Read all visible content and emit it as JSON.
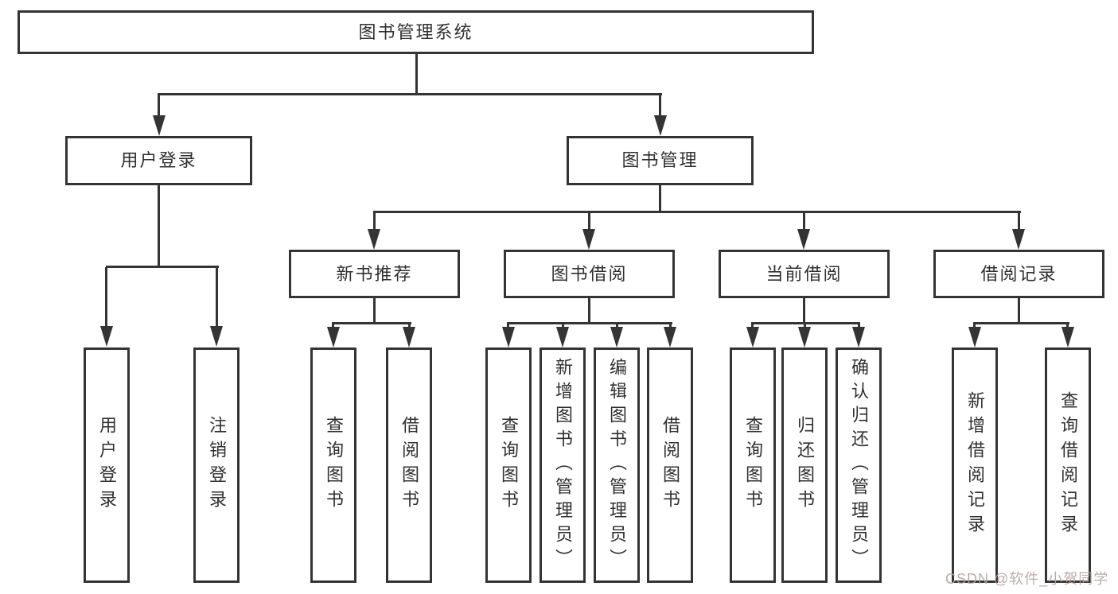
{
  "nodes": {
    "root": "图书管理系统",
    "user_login": "用户登录",
    "book_mgmt": "图书管理",
    "new_books": "新书推荐",
    "book_borrow": "图书借阅",
    "current_borrow": "当前借阅",
    "borrow_records": "借阅记录",
    "leaf_login": "用户登录",
    "leaf_logout": "注销登录",
    "leaf_nb_query": "查询图书",
    "leaf_nb_borrow": "借阅图书",
    "leaf_bb_query": "查询图书",
    "leaf_bb_add": "新增图书（管理员）",
    "leaf_bb_edit": "编辑图书（管理员）",
    "leaf_bb_borrow": "借阅图书",
    "leaf_cb_query": "查询图书",
    "leaf_cb_return": "归还图书",
    "leaf_cb_confirm": "确认归还（管理员）",
    "leaf_br_add": "新增借阅记录",
    "leaf_br_query": "查询借阅记录"
  },
  "colors": {
    "line": "#343434",
    "text": "#303030",
    "watermark": "#b7a3a1",
    "background": "#ffffff"
  },
  "watermark": "CSDN @软件_小贺同学"
}
